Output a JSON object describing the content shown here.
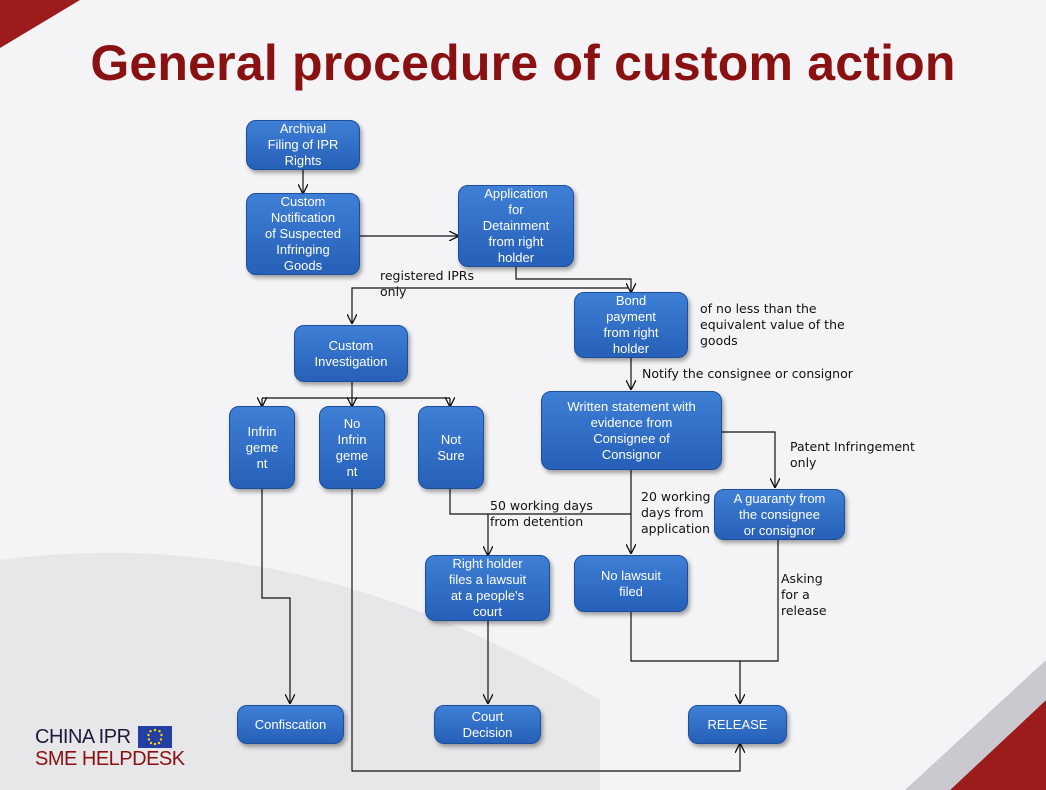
{
  "title": "General procedure of custom action",
  "boxes": {
    "archival": "Archival\nFiling of IPR\nRights",
    "notification": "Custom\nNotification\nof Suspected\nInfringing\nGoods",
    "application": "Application\nfor\nDetainment\nfrom right\nholder",
    "bond": "Bond\npayment\nfrom right\nholder",
    "investigation": "Custom\nInvestigation",
    "infringement": "Infrin\ngeme\nnt",
    "no_infringement": "No\nInfrin\ngeme\nnt",
    "not_sure": "Not\nSure",
    "written_statement": "Written statement with\nevidence from\nConsignee of\nConsignor",
    "guaranty": "A guaranty from\nthe consignee\nor consignor",
    "lawsuit": "Right holder\nfiles a lawsuit\nat a people's\ncourt",
    "no_lawsuit": "No lawsuit\nfiled",
    "confiscation": "Confiscation",
    "court_decision": "Court\nDecision",
    "release": "RELEASE"
  },
  "labels": {
    "registered": "registered IPRs\nonly",
    "bond_note": "of no less than the\nequivalent value of the\ngoods",
    "notify": "Notify the consignee or consignor",
    "patent": "Patent Infringement\nonly",
    "fifty_days": "50 working days\nfrom detention",
    "twenty_days": "20 working\ndays from\napplication",
    "asking": "Asking\nfor a\nrelease"
  },
  "logo": {
    "line1": "CHINA IPR",
    "line2": "SME HELPDESK"
  },
  "colors": {
    "title": "#8a1111",
    "box": "#2f6cc6",
    "accent_red": "#8a1111"
  }
}
